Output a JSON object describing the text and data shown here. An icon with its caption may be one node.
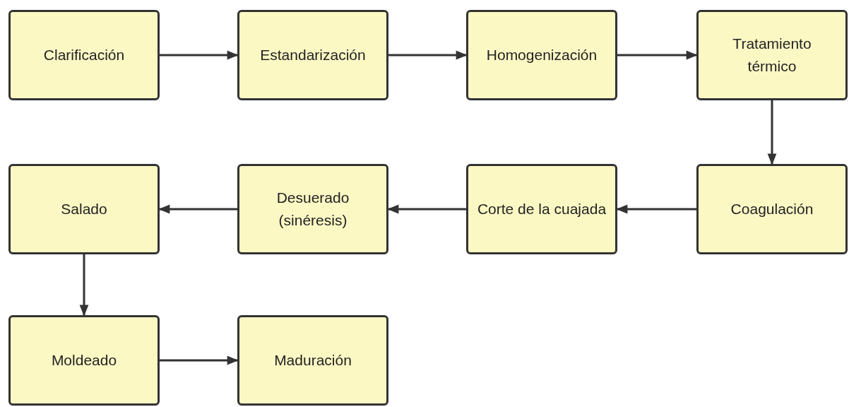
{
  "diagram": {
    "nodes": [
      {
        "text": [
          "Clarificación"
        ]
      },
      {
        "text": [
          "Estandarización"
        ]
      },
      {
        "text": [
          "Homogenización"
        ]
      },
      {
        "text": [
          "Tratamiento térmico"
        ]
      },
      {
        "text": [
          "Salado"
        ]
      },
      {
        "text": [
          "Desuerado (sinéresis)"
        ]
      },
      {
        "text": [
          "Corte de la cuajada"
        ]
      },
      {
        "text": [
          "Coagulación"
        ]
      },
      {
        "text": [
          "Moldeado"
        ]
      },
      {
        "text": [
          "Maduración"
        ]
      }
    ],
    "edges": [
      {
        "from": 0,
        "to": 1,
        "arrow": "to"
      },
      {
        "from": 1,
        "to": 2,
        "arrow": "to"
      },
      {
        "from": 2,
        "to": 3,
        "arrow": "to"
      },
      {
        "from": 3,
        "to": 7,
        "arrow": "to"
      },
      {
        "from": 7,
        "to": 6,
        "arrow": "to"
      },
      {
        "from": 6,
        "to": 5,
        "arrow": "to"
      },
      {
        "from": 5,
        "to": 4,
        "arrow": "to"
      },
      {
        "from": 4,
        "to": 8,
        "arrow": "to"
      },
      {
        "from": 8,
        "to": 9,
        "arrow": "to"
      }
    ]
  }
}
